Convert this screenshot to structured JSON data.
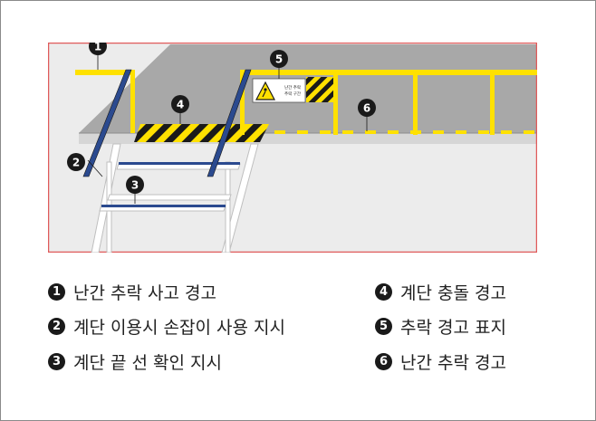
{
  "diagram": {
    "sign_text_line1": "난간 추락",
    "sign_text_line2": "추락 구간",
    "callouts": [
      {
        "number": "1"
      },
      {
        "number": "2"
      },
      {
        "number": "3"
      },
      {
        "number": "4"
      },
      {
        "number": "5"
      },
      {
        "number": "6"
      }
    ],
    "colors": {
      "border_frame": "#e05a5a",
      "floor": "#a6a6a6",
      "ground": "#ededed",
      "railing_yellow": "#ffe100",
      "stair_blue": "#2b4a8f",
      "hazard_black": "#1a1a1a"
    }
  },
  "legend": {
    "left": [
      {
        "number": "1",
        "text": "난간 추락 사고 경고"
      },
      {
        "number": "2",
        "text": "계단 이용시 손잡이 사용 지시"
      },
      {
        "number": "3",
        "text": "계단 끝 선 확인 지시"
      }
    ],
    "right": [
      {
        "number": "4",
        "text": "계단 충돌 경고"
      },
      {
        "number": "5",
        "text": "추락 경고 표지"
      },
      {
        "number": "6",
        "text": "난간 추락 경고"
      }
    ]
  }
}
